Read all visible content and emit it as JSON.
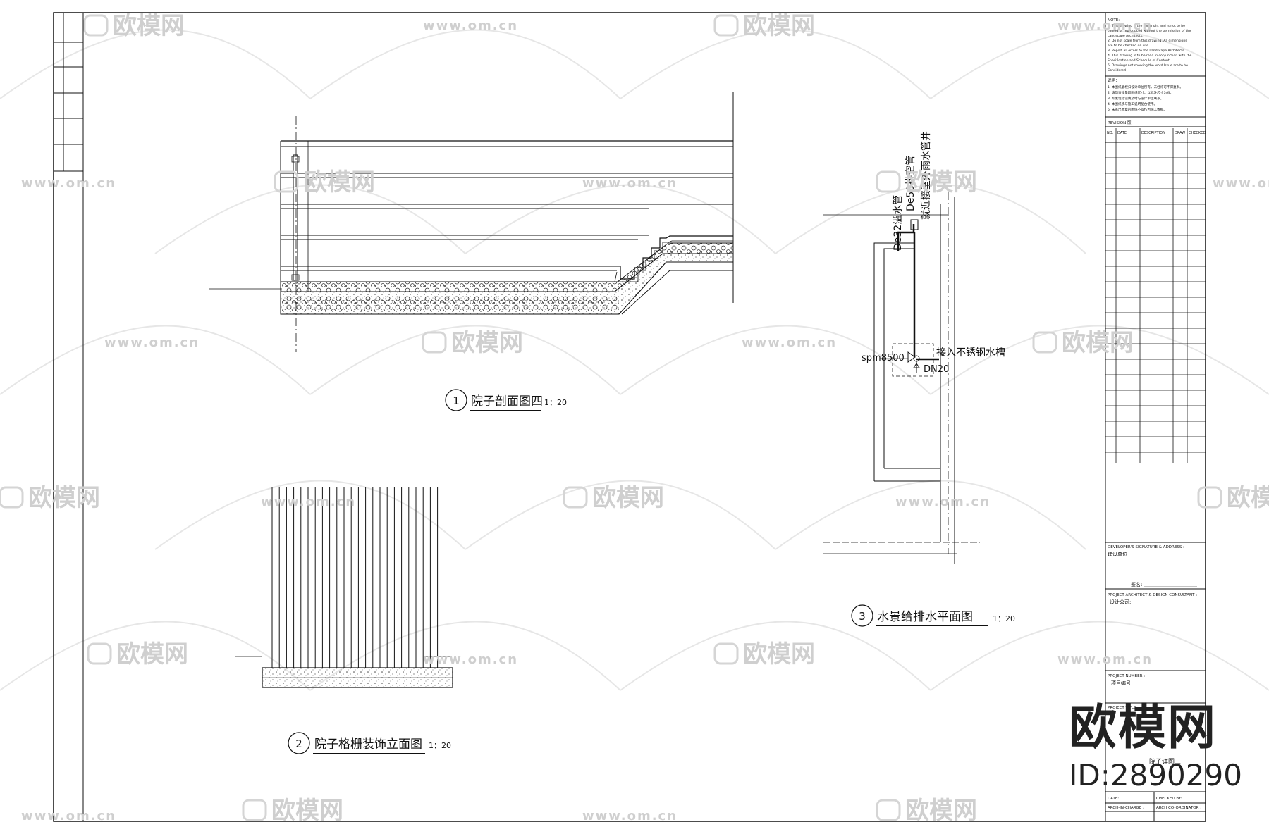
{
  "drawings": {
    "d1": {
      "number": "1",
      "title": "院子剖面图四",
      "scale": "1：20"
    },
    "d2": {
      "number": "2",
      "title": "院子格栅装饰立面图",
      "scale": "1：20"
    },
    "d3": {
      "number": "3",
      "title": "水景给排水平面图",
      "scale": "1：20"
    }
  },
  "callouts": {
    "de32": "De32溢水管",
    "de50": "De50排空管",
    "drain_well": "就近接室外雨水管井",
    "pump": "spm8500",
    "stainless": "接入不锈钢水槽",
    "dn20": "DN20"
  },
  "title_block": {
    "notes_header": "NOTE:",
    "notes_en": [
      "1. This drawing is the copyright and is not to be",
      "   copied or reproduced without the permission of the",
      "   Landscape Architects.",
      "2. Do not scale from this drawing. All dimensions",
      "   are to be checked on site.",
      "3. Report all errors to the Landscape Architects.",
      "4. This drawing is to be read in conjunction with the",
      "   Specification and Schedule of Content.",
      "5. Drawings not showing the word Issue are to be",
      "   Considered"
    ],
    "notes_cn_header": "说明：",
    "notes_cn": [
      "1. 本图纸版权归设计单位所有，未经许可不得复制。",
      "2. 请勿直接量取图纸尺寸，以标注尺寸为准。",
      "3. 如发现错误请及时与设计单位联系。",
      "4. 本图纸须与施工说明配合使用。",
      "5. 未盖出图章的图纸不得作为施工依据。"
    ],
    "revision": "REVISION 版",
    "rev_cols": [
      "NO.",
      "DATE",
      "DESCRIPTION",
      "DRAW",
      "CHECKED"
    ],
    "developer_label": "DEVELOPER'S SIGNATURE & ADDRESS :",
    "developer_sub": "建设单位",
    "sign_label": "签名:",
    "architect_label": "PROJECT ARCHITECT & DESIGN CONSULTANT :",
    "architect_sub": "设计公司:",
    "project_number_label": "PROJECT NUMBER :",
    "project_number_sub": "项目编号",
    "project_title_label": "PROJECT TITLE :",
    "drawing_title": "院子详图三",
    "date_label": "DATE:",
    "checked_label": "CHECKED BY:",
    "arch_in_charge": "ARCH-IN-CHARGE :",
    "arch_coordinator": "ARCH CO-ORDINATOR :"
  },
  "watermark": {
    "site": "www.om.cn",
    "site_short": "om.cn",
    "brand": "欧模网",
    "big_brand": "欧模网",
    "id": "ID:2890290"
  }
}
